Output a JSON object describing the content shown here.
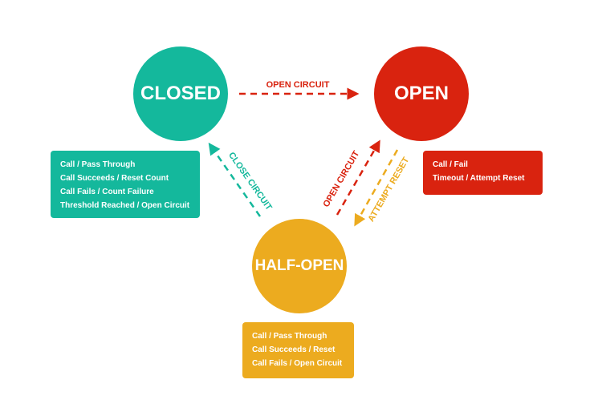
{
  "colors": {
    "closed": "#14b89c",
    "open": "#d9230f",
    "half_open": "#ecab1f"
  },
  "states": {
    "closed": "CLOSED",
    "open": "OPEN",
    "half_open": "HALF-OPEN"
  },
  "transitions": {
    "closed_to_open": "OPEN CIRCUIT",
    "half_to_closed": "CLOSE CIRCUIT",
    "half_to_open": "OPEN CIRCUIT",
    "open_to_half": "ATTEMPT RESET"
  },
  "boxes": {
    "closed": [
      "Call / Pass Through",
      "Call Succeeds / Reset Count",
      "Call Fails / Count Failure",
      "Threshold Reached / Open Circuit"
    ],
    "open": [
      "Call / Fail",
      "Timeout / Attempt Reset"
    ],
    "half_open": [
      "Call / Pass Through",
      "Call Succeeds / Reset",
      "Call Fails / Open Circuit"
    ]
  }
}
